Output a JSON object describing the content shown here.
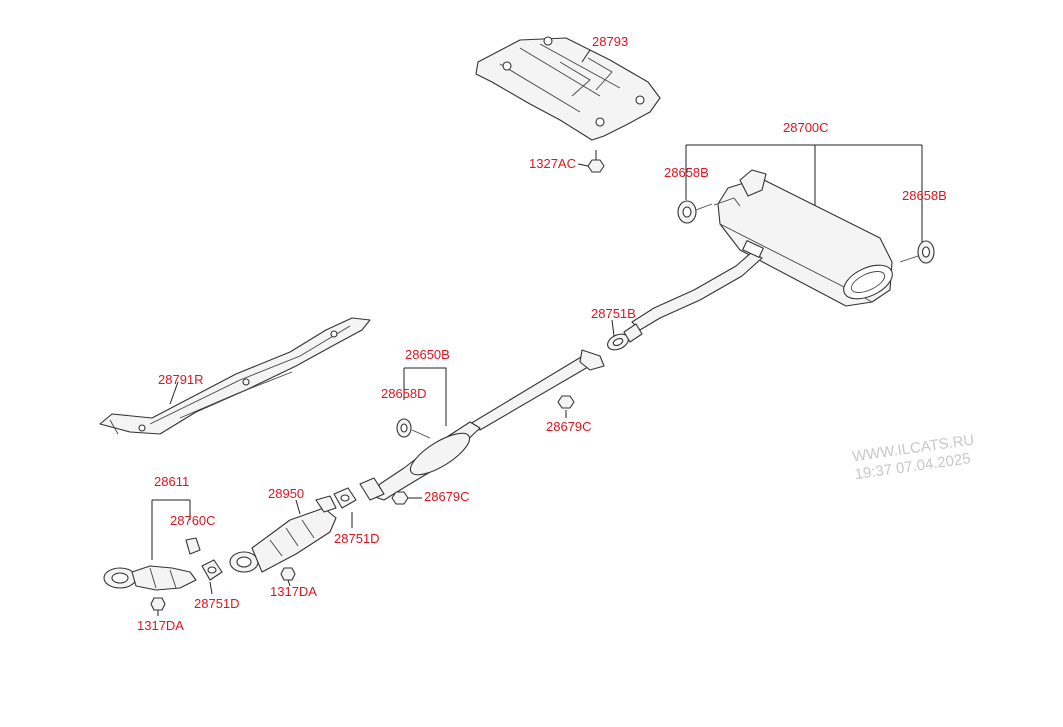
{
  "labels": {
    "p28793": "28793",
    "p1327AC": "1327AC",
    "p28700C": "28700C",
    "p28658B_left": "28658B",
    "p28658B_right": "28658B",
    "p28751B": "28751B",
    "p28650B": "28650B",
    "p28791R": "28791R",
    "p28658D": "28658D",
    "p28679C_top": "28679C",
    "p28679C_bottom": "28679C",
    "p28611": "28611",
    "p28760C": "28760C",
    "p28950": "28950",
    "p28751D_mid": "28751D",
    "p28751D_low": "28751D",
    "p1317DA_mid": "1317DA",
    "p1317DA_low": "1317DA"
  },
  "watermark": {
    "site": "WWW.ILCATS.RU",
    "timestamp": "19:37 07.04.2025"
  }
}
